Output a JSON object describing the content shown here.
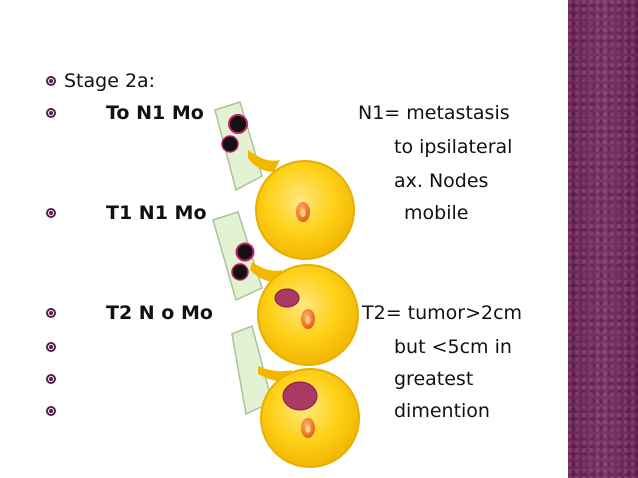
{
  "left_column": {
    "stage_label": "Stage 2a:",
    "row1_stage": "To  N1  Mo",
    "row2_stage": "T1  N1  Mo",
    "row3_stage": "T2  N o Mo"
  },
  "right_column": {
    "n1_line1": "N1= metastasis",
    "n1_line2": "to ipsilateral",
    "n1_line3": "ax. Nodes",
    "n1_line4": "mobile",
    "t2_line1": "T2= tumor>2cm",
    "t2_line2": "but <5cm in",
    "t2_line3": "greatest",
    "t2_line4": "dimention"
  },
  "colors": {
    "band": "#6f2a5c",
    "bullet": "#5a1f50",
    "breast_outer": "#f6c400",
    "breast_inner": "#ffd93b",
    "nipple": "#e86a18",
    "tumor": "#a83a64",
    "node": "#111111",
    "axilla": "#dff0cc"
  }
}
